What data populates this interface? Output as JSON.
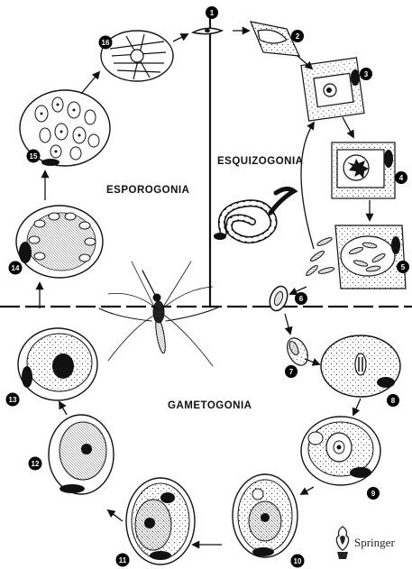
{
  "phases": {
    "esporogonia": "ESPOROGONIA",
    "esquizogonia": "ESQUIZOGONIA",
    "gametogonia": "GAMETOGONIA"
  },
  "step_numbers": [
    "1",
    "2",
    "3",
    "4",
    "5",
    "6",
    "7",
    "8",
    "9",
    "10",
    "11",
    "12",
    "13",
    "14",
    "15",
    "16"
  ],
  "publisher": {
    "name": "Springer",
    "logo_icon": "springer-knight-logo"
  },
  "icons": {
    "host_vertebrate": "snake-icon",
    "vector": "mosquito-icon"
  },
  "colors": {
    "ink": "#111111",
    "background": "#ffffff",
    "badge": "#000000"
  }
}
